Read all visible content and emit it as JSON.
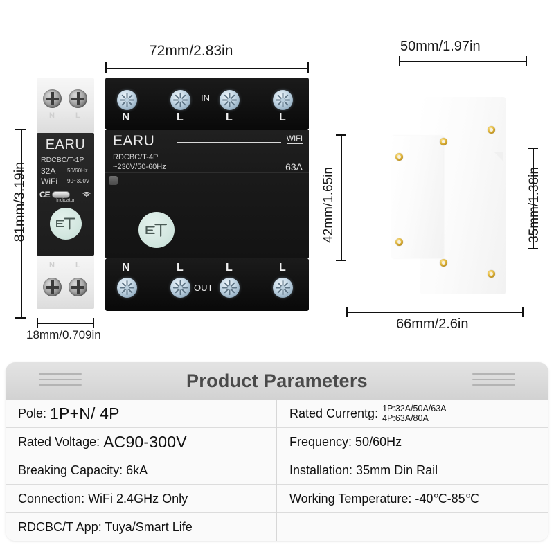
{
  "dimensions": {
    "left_device_height": "81mm/3.19in",
    "left_device_width": "18mm/0.709in",
    "mid_device_width": "72mm/2.83in",
    "side_top_width": "50mm/1.97in",
    "side_left_height": "42mm/1.65in",
    "side_right_height": "35mm/1.38in",
    "side_bottom_width": "66mm/2.6in"
  },
  "device_1p": {
    "brand": "EARU",
    "model": "RDCBC/T-1P",
    "current": "32A",
    "frequency": "50/60Hz",
    "wifi": "WiFi",
    "voltage": "90~300V",
    "ce": "CE",
    "indicator": "Indicator",
    "logo": "ET",
    "top_terminals": [
      "N",
      "L"
    ],
    "bottom_terminals": [
      "N",
      "L"
    ]
  },
  "device_4p": {
    "brand": "EARU",
    "wifi": "WIFI",
    "model": "RDCBC/T-4P",
    "voltage": "~230V/50-60Hz",
    "current": "63A",
    "logo": "ET",
    "in_label": "IN",
    "out_label": "OUT",
    "top_terminals": [
      "N",
      "L",
      "L",
      "L"
    ],
    "bottom_terminals": [
      "N",
      "L",
      "L",
      "L"
    ]
  },
  "params": {
    "title": "Product Parameters",
    "left_rows": [
      {
        "key": "Pole:",
        "value": "1P+N/ 4P",
        "big": true
      },
      {
        "key": "Rated Voltage:",
        "value": "AC90-300V",
        "big": true
      },
      {
        "key": "Breaking Capacity: 6kA",
        "value": "",
        "big": false
      },
      {
        "key": "Connection: WiFi 2.4GHz Only",
        "value": "",
        "big": false
      },
      {
        "key": "RDCBC/T App: Tuya/Smart Life",
        "value": "",
        "big": false
      }
    ],
    "right_rows": [
      {
        "key": "Rated Currentg:",
        "stacked": [
          "1P:32A/50A/63A",
          "4P:63A/80A"
        ]
      },
      {
        "key": "Frequency: 50/60Hz",
        "stacked": []
      },
      {
        "key": "Installation: 35mm Din Rail",
        "stacked": []
      },
      {
        "key": "Working Temperature: -40℃-85℃",
        "stacked": []
      },
      {
        "key": "",
        "stacked": []
      }
    ]
  },
  "colors": {
    "device_black": "#1d1d1d",
    "device_white": "#f4f4f4",
    "logo_mint": "#d3e7e0",
    "brass": "#e0b63c",
    "table_header": "#dcdcdc",
    "dim_line": "#111111"
  }
}
